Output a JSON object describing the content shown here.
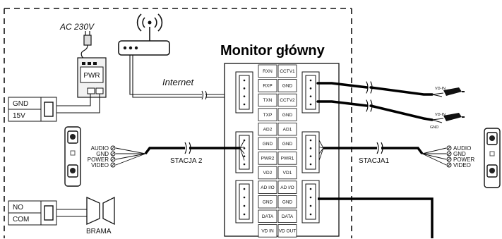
{
  "title": "Monitor główny",
  "power_label": "AC 230V",
  "pwr_box_label": "PWR",
  "internet_label": "Internet",
  "terminals": {
    "col1": [
      "RXN",
      "RXP",
      "TXN",
      "TXP",
      "AD2",
      "GND",
      "PWR2",
      "VD2",
      "AD I/O",
      "GND",
      "DATA",
      "VD IN"
    ],
    "col2": [
      "CCTV1",
      "GND",
      "CCTV2",
      "GND",
      "AD1",
      "GND",
      "PWR1",
      "VD1",
      "AD I/O",
      "GND",
      "DATA",
      "VD OUT"
    ]
  },
  "power_terminals": {
    "gnd": "GND",
    "v15": "15V"
  },
  "gate_terminals": {
    "no": "NO",
    "com": "COM"
  },
  "gate_label": "BRAMA",
  "station2": {
    "label": "STACJA 2",
    "wires": [
      "AUDIO",
      "GND",
      "POWER",
      "VIDEO"
    ]
  },
  "station1": {
    "label": "STACJA1",
    "wires": [
      "AUDIO",
      "GND",
      "POWER",
      "VIDEO"
    ]
  },
  "cameras": {
    "label_vdin": "VD-IN",
    "label_gnd": "GND"
  },
  "colors": {
    "line": "#111111",
    "cable": "#000000",
    "panel": "#ffffff"
  }
}
